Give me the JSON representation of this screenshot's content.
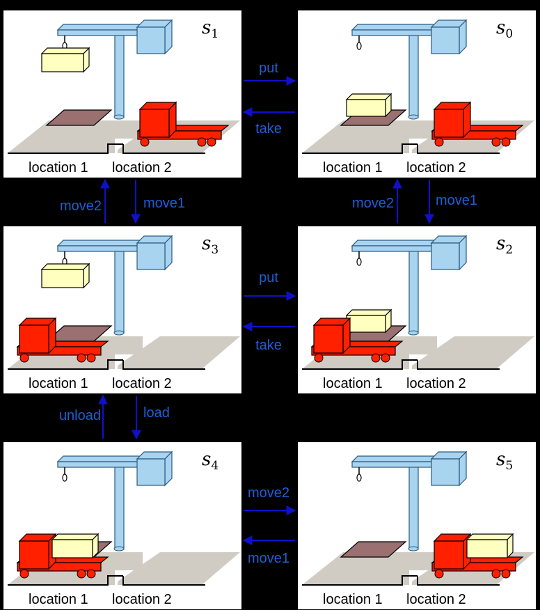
{
  "location_labels": {
    "loc1": "location 1",
    "loc2": "location 2"
  },
  "states": [
    {
      "id": "s1",
      "letter": "s",
      "sub": "1",
      "crane_holding_container": true,
      "pallet_at_loc1_has_container": false,
      "robot_at": "location 2",
      "robot_loaded": false
    },
    {
      "id": "s0",
      "letter": "s",
      "sub": "0",
      "crane_holding_container": false,
      "pallet_at_loc1_has_container": true,
      "robot_at": "location 2",
      "robot_loaded": false
    },
    {
      "id": "s3",
      "letter": "s",
      "sub": "3",
      "crane_holding_container": true,
      "pallet_at_loc1_has_container": false,
      "robot_at": "location 1",
      "robot_loaded": false
    },
    {
      "id": "s2",
      "letter": "s",
      "sub": "2",
      "crane_holding_container": false,
      "pallet_at_loc1_has_container": true,
      "robot_at": "location 1",
      "robot_loaded": false
    },
    {
      "id": "s4",
      "letter": "s",
      "sub": "4",
      "crane_holding_container": false,
      "pallet_at_loc1_has_container": false,
      "robot_at": "location 1",
      "robot_loaded": true
    },
    {
      "id": "s5",
      "letter": "s",
      "sub": "5",
      "crane_holding_container": false,
      "pallet_at_loc1_has_container": false,
      "robot_at": "location 2",
      "robot_loaded": true
    }
  ],
  "transitions": [
    {
      "label": "put",
      "from": "s1",
      "to": "s0"
    },
    {
      "label": "take",
      "from": "s0",
      "to": "s1"
    },
    {
      "label": "move2",
      "from": "s3",
      "to": "s1"
    },
    {
      "label": "move1",
      "from": "s1",
      "to": "s3"
    },
    {
      "label": "move2",
      "from": "s2",
      "to": "s0"
    },
    {
      "label": "move1",
      "from": "s0",
      "to": "s2"
    },
    {
      "label": "put",
      "from": "s3",
      "to": "s2"
    },
    {
      "label": "take",
      "from": "s2",
      "to": "s3"
    },
    {
      "label": "unload",
      "from": "s4",
      "to": "s3"
    },
    {
      "label": "load",
      "from": "s3",
      "to": "s4"
    },
    {
      "label": "move2",
      "from": "s4",
      "to": "s5"
    },
    {
      "label": "move1",
      "from": "s5",
      "to": "s4"
    }
  ],
  "colors": {
    "background": "#000000",
    "panel": "#ffffff",
    "crane": "#a8d4f0",
    "crane_stroke": "#2a5a80",
    "container": "#ffffc0",
    "robot": "#ff2000",
    "pallet": "#9a7070",
    "ground": "#d0ccc4",
    "arrow": "#1010c8",
    "action_text": "#1f5fd6"
  }
}
